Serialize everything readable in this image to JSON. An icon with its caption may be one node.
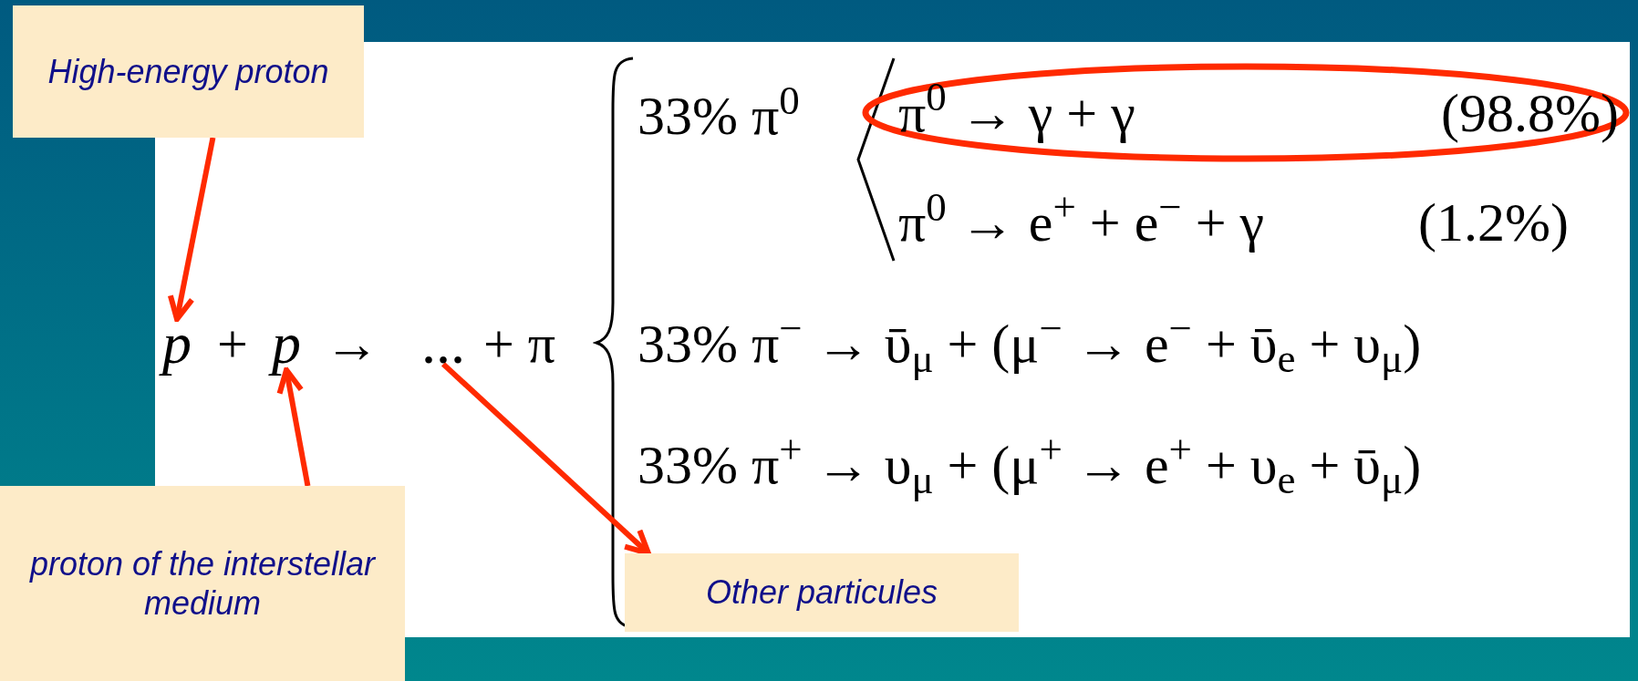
{
  "diagram": {
    "nodes": [
      {
        "text": [
          "High-energy proton"
        ]
      },
      {
        "text": [
          "p"
        ]
      },
      {
        "text": [
          "p"
        ]
      },
      {
        "text": [
          "..."
        ]
      },
      {
        "text": [
          "π$^{0}$ → γ + γ",
          "(98.8%)"
        ]
      },
      {
        "text": [
          "proton of the interstellar medium"
        ]
      },
      {
        "text": [
          "Other particules"
        ]
      }
    ],
    "edges": [
      {
        "from": 0,
        "to": 1,
        "arrow": "to"
      },
      {
        "from": 5,
        "to": 2,
        "arrow": "to"
      },
      {
        "from": 3,
        "to": 6,
        "arrow": "to"
      }
    ],
    "labels": [
      "+",
      "→",
      "+ π",
      "33% π$^{0}$",
      "π$^{0}$ → e$^{+}$ + e$^{−}$ + γ",
      "(1.2%)",
      "33% π$^{−}$ → ῡ$_{μ}$ + (μ$^{−}$ → e$^{−}$ + ῡ$_{e}$ + υ$_{μ}$)",
      "33% π$^{+}$ → υ$_{μ}$ + (μ$^{+}$ → e$^{+}$ + υ$_{e}$ + ῡ$_{μ}$)"
    ]
  }
}
